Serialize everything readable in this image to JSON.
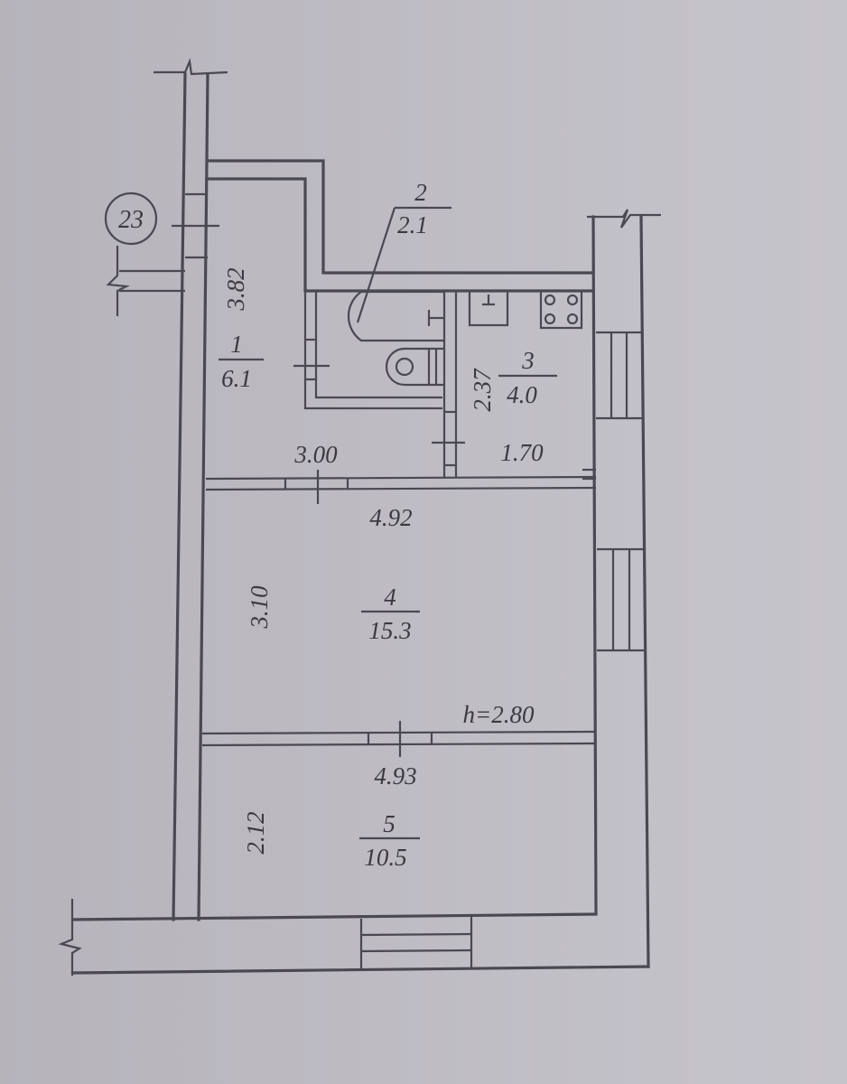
{
  "plan": {
    "title": "Apartment floor plan",
    "axis_marker": "23",
    "ceiling_height": "h=2.80",
    "rooms": [
      {
        "number": "1",
        "area": "6.1",
        "length": "3.82"
      },
      {
        "number": "2",
        "area": "2.1"
      },
      {
        "number": "3",
        "area": "4.0",
        "length": "2.37",
        "width": "1.70"
      },
      {
        "number": "4",
        "area": "15.3",
        "length": "3.10",
        "width": "4.92"
      },
      {
        "number": "5",
        "area": "10.5",
        "length": "2.12",
        "width": "4.93"
      }
    ],
    "dimensions": {
      "corridor_width": "3.00"
    },
    "fixtures": [
      "bathtub-icon",
      "toilet-icon",
      "sink-icon",
      "stove-icon"
    ],
    "colors": {
      "line": "#4a4850",
      "paper": "#bdbac2",
      "text": "#3b3940"
    }
  }
}
